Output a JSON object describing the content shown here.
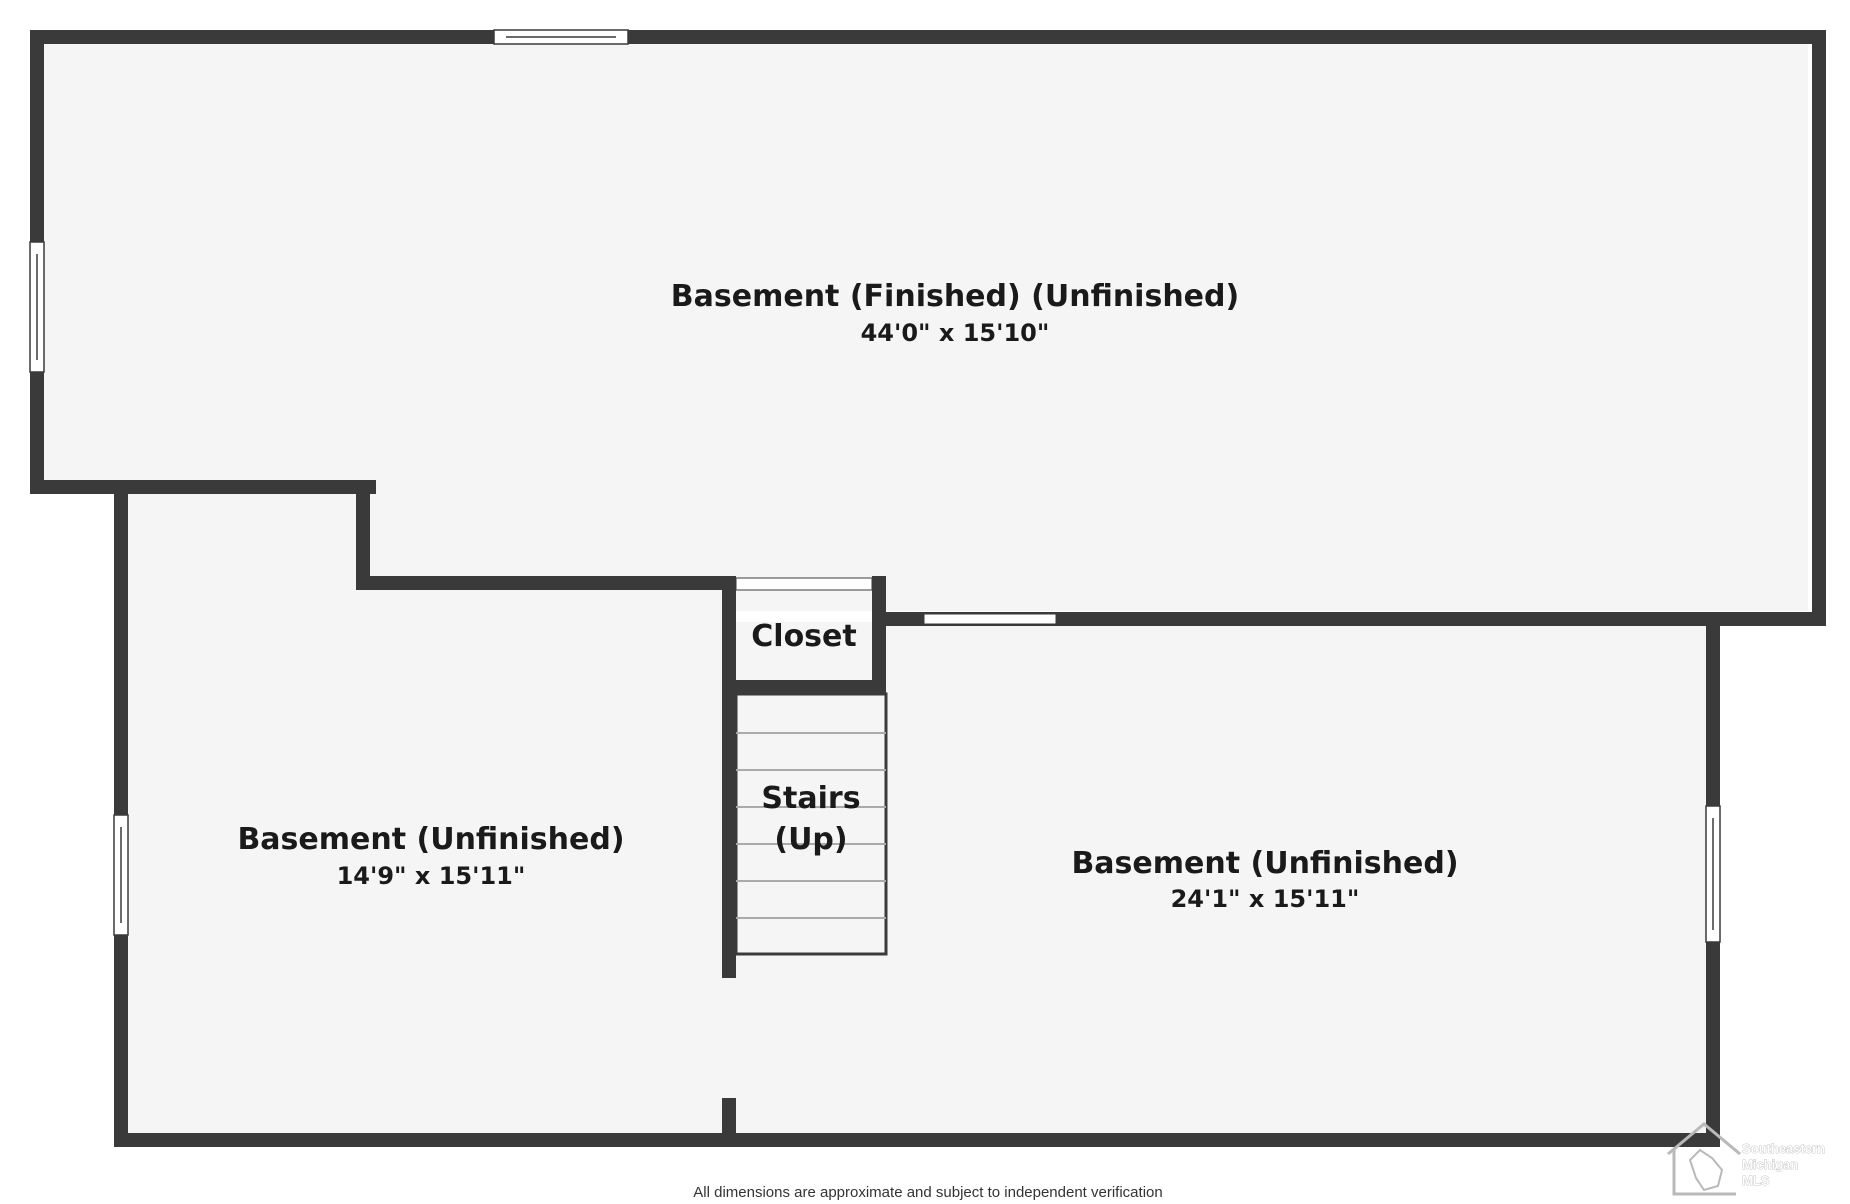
{
  "rooms": {
    "basement_top": {
      "name": "Basement (Finished) (Unfinished)",
      "dimensions": "44'0\" x 15'10\""
    },
    "basement_left": {
      "name": "Basement (Unfinished)",
      "dimensions": "14'9\" x 15'11\""
    },
    "basement_right": {
      "name": "Basement (Unfinished)",
      "dimensions": "24'1\" x 15'11\""
    },
    "closet": {
      "name": "Closet"
    },
    "stairs": {
      "line1": "Stairs",
      "line2": "(Up)"
    }
  },
  "footer": {
    "note": "All dimensions are approximate and subject to independent verification"
  },
  "logo": {
    "line1": "Southeastern",
    "line2": "Michigan",
    "line3": "MLS"
  },
  "colors": {
    "wall": "#3a3a3a",
    "floor": "#f5f5f5",
    "window": "#ffffff",
    "stair_line": "#aaaaaa",
    "background": "#ffffff"
  }
}
